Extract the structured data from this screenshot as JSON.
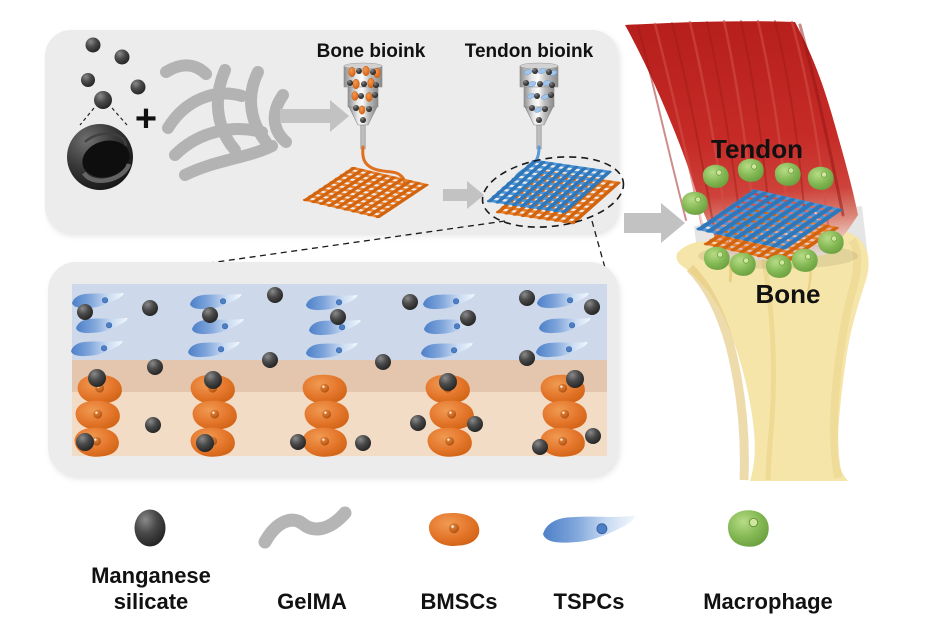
{
  "figure": {
    "plus_sign": "+",
    "printers": {
      "bone_label": "Bone bioink",
      "tendon_label": "Tendon bioink"
    },
    "anatomy": {
      "tendon_label": "Tendon",
      "bone_label": "Bone"
    }
  },
  "legend": {
    "items": [
      {
        "id": "manganese-silicate",
        "label_line1": "Manganese",
        "label_line2": "silicate"
      },
      {
        "id": "gelma",
        "label": "GelMA"
      },
      {
        "id": "bmscs",
        "label": "BMSCs"
      },
      {
        "id": "tspcs",
        "label": "TSPCs"
      },
      {
        "id": "macrophage",
        "label": "Macrophage"
      }
    ]
  },
  "colors": {
    "panel_bg": "#ececec",
    "manganese_silicate_dark": "#3b3b3b",
    "gelma_gray": "#b3b3b3",
    "bmsc_orange": "#e4762b",
    "tspc_blue": "#5b8fd4",
    "macrophage_green": "#7cb24c",
    "bone_scaffold_orange": "#d2640f",
    "tendon_scaffold_blue": "#3d87cb",
    "tendon_red": "#c22a26",
    "bone_yellow": "#f6e5a9",
    "tendon_layer_bg": "#cdd9ea",
    "bone_layer_bg": "#f3dcc6",
    "interface_strip": "#e4c6ae",
    "arrow_gray": "#c2c2c2"
  }
}
